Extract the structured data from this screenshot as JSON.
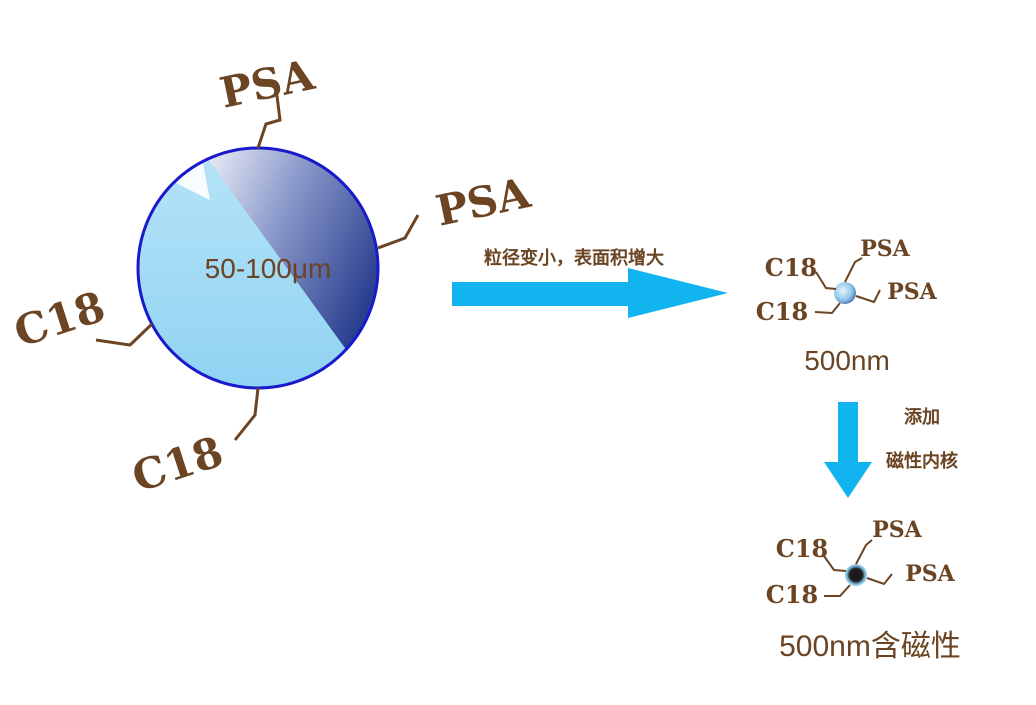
{
  "large_particle": {
    "size_label": "50-100μm",
    "ligands": [
      "PSA",
      "PSA",
      "C18",
      "C18"
    ]
  },
  "step1": {
    "label": "粒径变小，表面积增大"
  },
  "small_particle": {
    "ligands": [
      "PSA",
      "PSA",
      "C18",
      "C18"
    ],
    "caption": "500nm"
  },
  "step2": {
    "label_line1": "添加",
    "label_line2": "磁性内核"
  },
  "magnetic_particle": {
    "ligands": [
      "PSA",
      "PSA",
      "C18",
      "C18"
    ],
    "caption": "500nm含磁性"
  },
  "colors": {
    "ligand_text": "#6b4423",
    "arrow": "#12b4f0",
    "sphere_border": "#1a1acc",
    "sphere_light": "#a8dcf5",
    "sphere_dark": "#2a3f8f",
    "magnetic_core": "#1b1b1b"
  }
}
